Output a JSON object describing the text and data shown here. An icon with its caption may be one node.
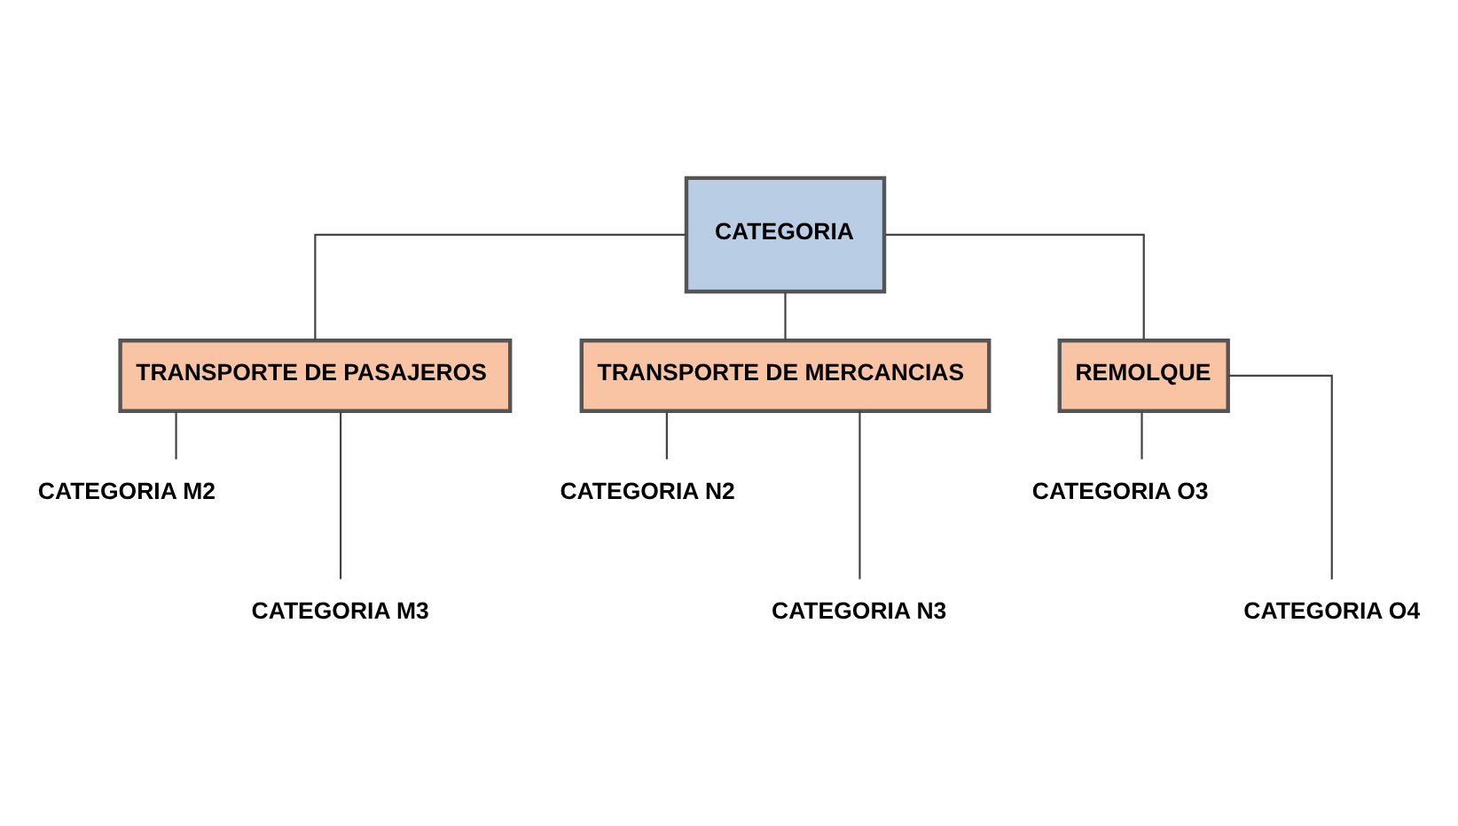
{
  "diagram": {
    "nodes": [
      {
        "text": [
          "CATEGORIA"
        ]
      },
      {
        "text": [
          "TRANSPORTE DE PASAJEROS"
        ]
      },
      {
        "text": [
          "TRANSPORTE DE MERCANCIAS"
        ]
      },
      {
        "text": [
          "REMOLQUE"
        ]
      },
      {
        "text": [
          "CATEGORIA M2"
        ]
      },
      {
        "text": [
          "CATEGORIA M3"
        ]
      },
      {
        "text": [
          "CATEGORIA N2"
        ]
      },
      {
        "text": [
          "CATEGORIA N3"
        ]
      },
      {
        "text": [
          "CATEGORIA O3"
        ]
      },
      {
        "text": [
          "CATEGORIA O4"
        ]
      }
    ],
    "edges": [
      {
        "from": 0,
        "to": 1,
        "arrow": "none"
      },
      {
        "from": 0,
        "to": 2,
        "arrow": "none"
      },
      {
        "from": 0,
        "to": 3,
        "arrow": "none"
      },
      {
        "from": 1,
        "to": 4,
        "arrow": "none"
      },
      {
        "from": 1,
        "to": 5,
        "arrow": "none"
      },
      {
        "from": 2,
        "to": 6,
        "arrow": "none"
      },
      {
        "from": 2,
        "to": 7,
        "arrow": "none"
      },
      {
        "from": 3,
        "to": 8,
        "arrow": "none"
      },
      {
        "from": 3,
        "to": 9,
        "arrow": "none"
      }
    ]
  }
}
